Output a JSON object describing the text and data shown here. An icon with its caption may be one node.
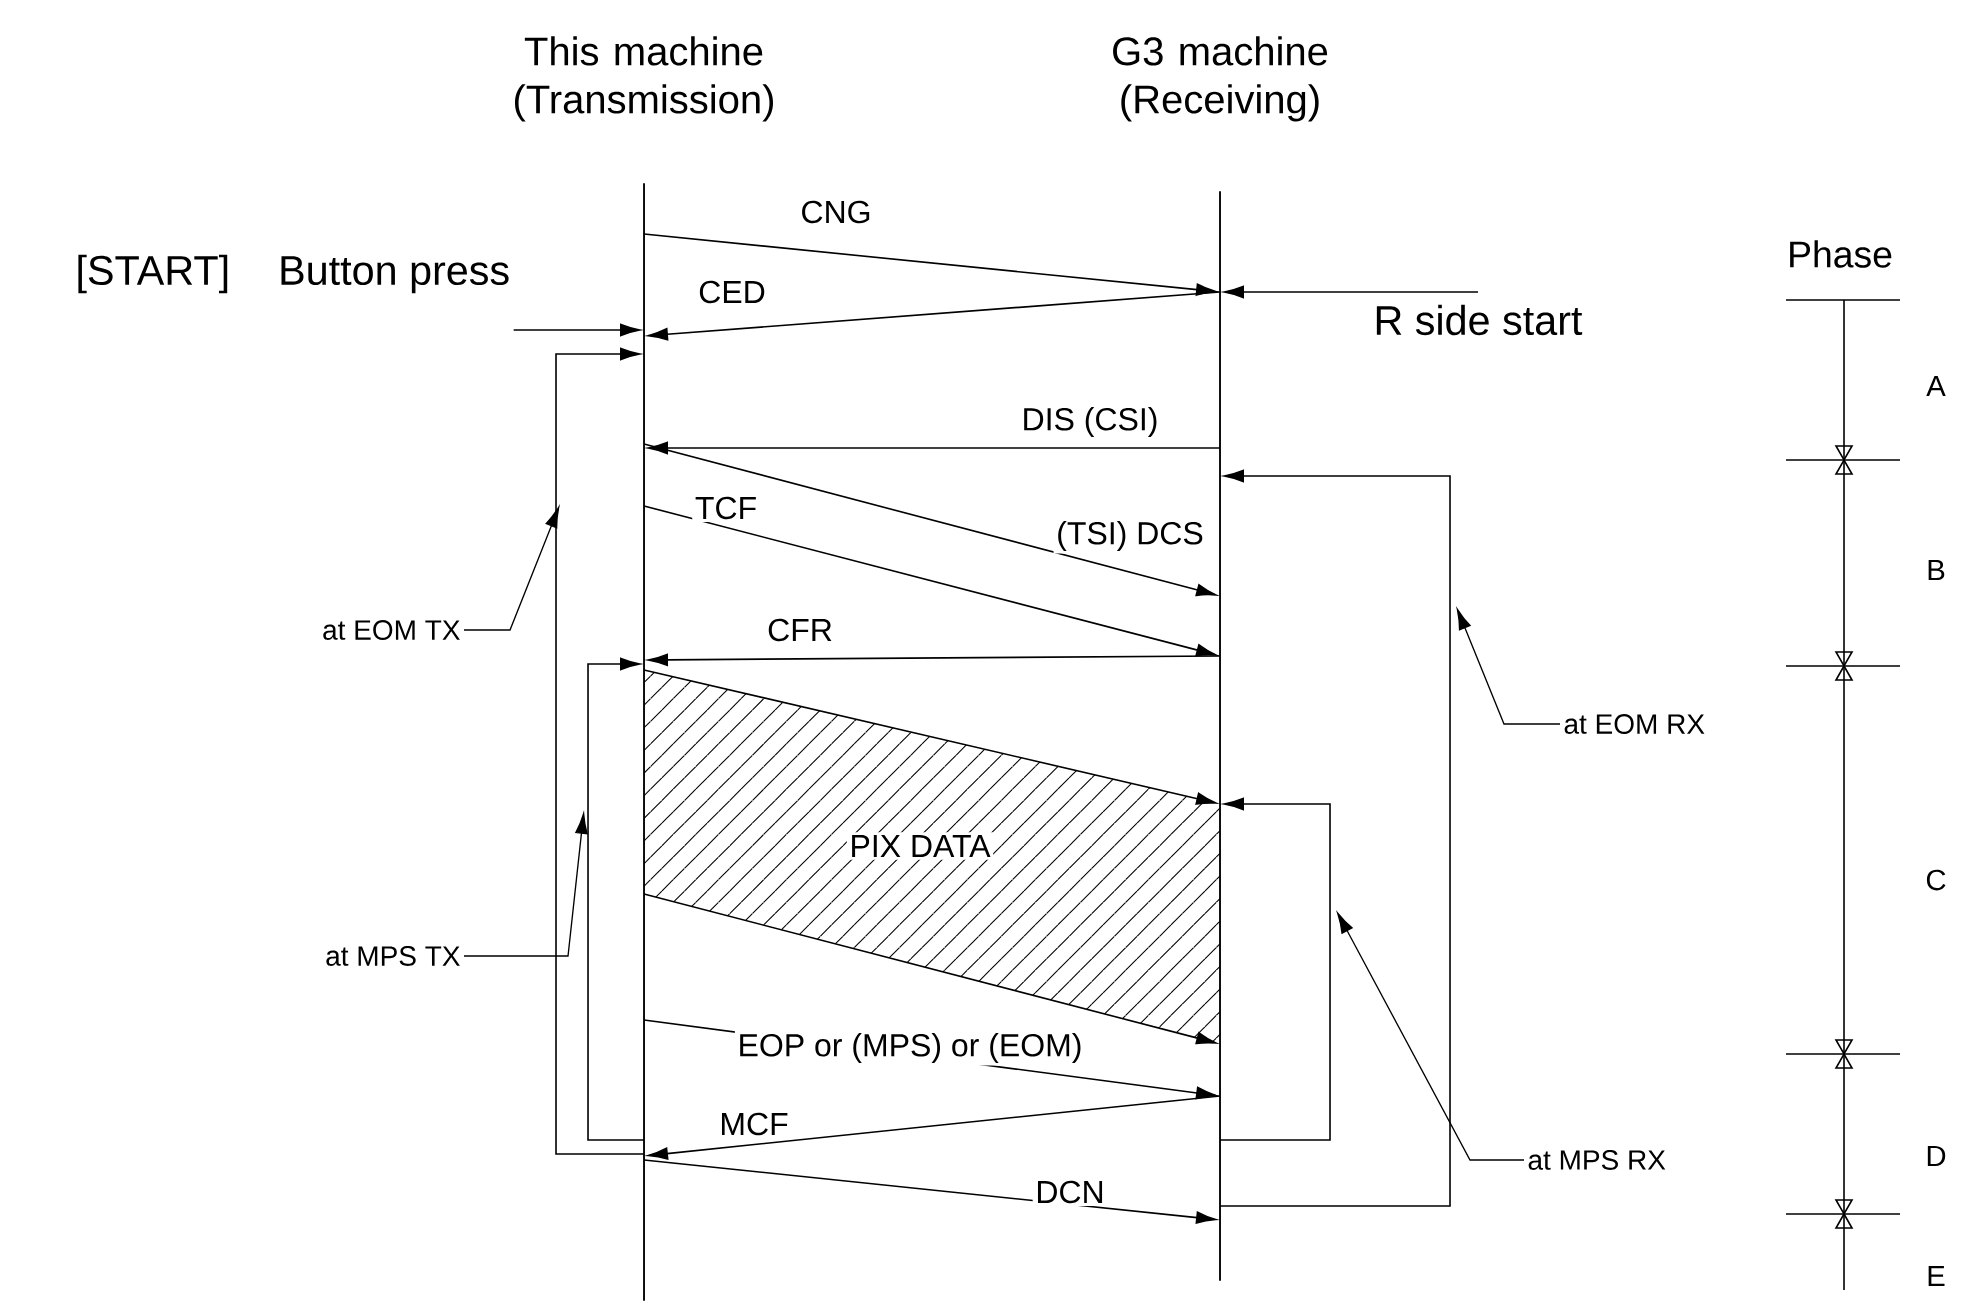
{
  "diagram": {
    "nodes": [
      {
        "text": [
          "This machine (Transmission)"
        ]
      },
      {
        "text": [
          "G3 machine (Receiving)"
        ]
      },
      {
        "text": [
          "[START]",
          "Button press"
        ]
      },
      {
        "text": [
          "R side start"
        ]
      },
      {
        "text": [
          "at EOM TX"
        ]
      },
      {
        "text": [
          "at MPS TX"
        ]
      },
      {
        "text": [
          "at EOM RX"
        ]
      },
      {
        "text": [
          "at MPS RX"
        ]
      }
    ],
    "edges": [
      {
        "from": 2,
        "to": 0,
        "arrow": "to"
      },
      {
        "from": 3,
        "to": 1,
        "arrow": "to"
      },
      {
        "from": 0,
        "to": 1,
        "arrow": "to",
        "label": "CNG"
      },
      {
        "from": 1,
        "to": 0,
        "arrow": "to",
        "label": "CED"
      },
      {
        "from": 1,
        "to": 0,
        "arrow": "to",
        "label": "DIS (CSI)"
      },
      {
        "from": 0,
        "to": 1,
        "arrow": "to",
        "label": "(TSI) DCS"
      },
      {
        "from": 0,
        "to": 1,
        "arrow": "to",
        "label": "TCF"
      },
      {
        "from": 1,
        "to": 0,
        "arrow": "to",
        "label": "CFR"
      },
      {
        "from": 0,
        "to": 1,
        "arrow": "to",
        "label": "PIX DATA"
      },
      {
        "from": 0,
        "to": 1,
        "arrow": "to"
      },
      {
        "from": 0,
        "to": 1,
        "arrow": "to",
        "label": "EOP or (MPS) or (EOM)"
      },
      {
        "from": 1,
        "to": 0,
        "arrow": "to",
        "label": "MCF"
      },
      {
        "from": 0,
        "to": 1,
        "arrow": "to",
        "label": "DCN"
      },
      {
        "from": 0,
        "to": 0,
        "arrow": "to"
      },
      {
        "from": 0,
        "to": 0,
        "arrow": "to"
      },
      {
        "from": 1,
        "to": 1,
        "arrow": "to"
      },
      {
        "from": 1,
        "to": 1,
        "arrow": "to"
      },
      {
        "from": 4,
        "to": null,
        "arrow": "to"
      },
      {
        "from": 5,
        "to": null,
        "arrow": "to"
      },
      {
        "from": 6,
        "to": null,
        "arrow": "to"
      },
      {
        "from": 7,
        "to": null,
        "arrow": "to"
      }
    ],
    "labels": [
      "Phase",
      "A",
      "B",
      "C",
      "D",
      "E"
    ]
  }
}
